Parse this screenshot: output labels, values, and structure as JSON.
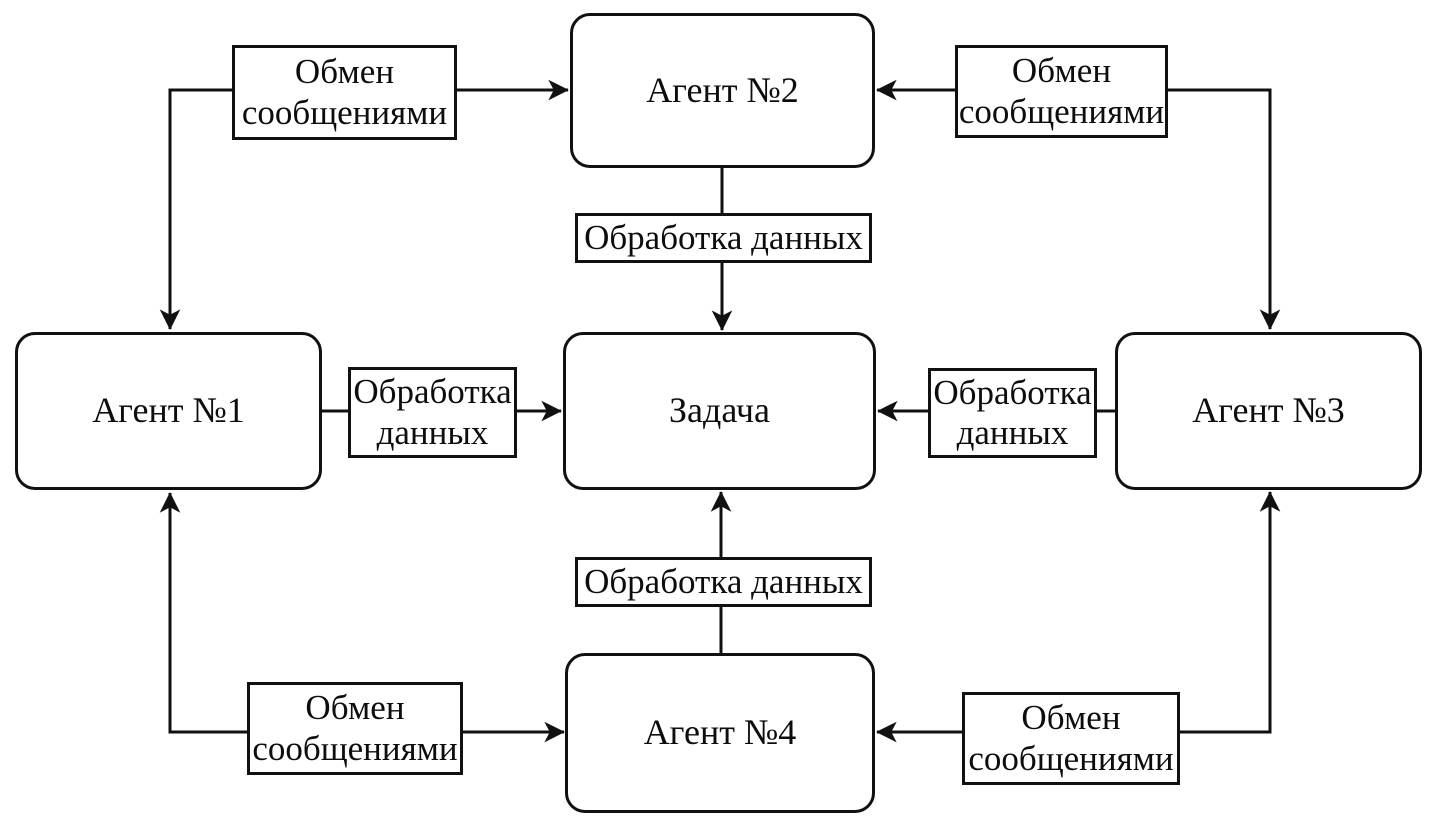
{
  "diagram": {
    "nodes": {
      "agent1": {
        "label": "Агент №1"
      },
      "agent2": {
        "label": "Агент №2"
      },
      "agent3": {
        "label": "Агент №3"
      },
      "agent4": {
        "label": "Агент №4"
      },
      "task": {
        "label": "Задача"
      }
    },
    "edges": [
      {
        "from": "agent1",
        "to": "agent2",
        "label": "Обмен сообщениями",
        "bidirectional": true
      },
      {
        "from": "agent2",
        "to": "agent3",
        "label": "Обмен сообщениями",
        "bidirectional": true
      },
      {
        "from": "agent1",
        "to": "agent4",
        "label": "Обмен сообщениями",
        "bidirectional": true
      },
      {
        "from": "agent4",
        "to": "agent3",
        "label": "Обмен сообщениями",
        "bidirectional": true
      },
      {
        "from": "agent2",
        "to": "task",
        "label": "Обработка данных",
        "bidirectional": false
      },
      {
        "from": "agent4",
        "to": "task",
        "label": "Обработка данных",
        "bidirectional": false
      },
      {
        "from": "agent1",
        "to": "task",
        "label": "Обработка данных",
        "bidirectional": false
      },
      {
        "from": "agent3",
        "to": "task",
        "label": "Обработка данных",
        "bidirectional": false
      }
    ],
    "colors": {
      "stroke": "#111111",
      "fill": "#ffffff",
      "text": "#0d0d0d",
      "background": "#ffffff"
    }
  }
}
